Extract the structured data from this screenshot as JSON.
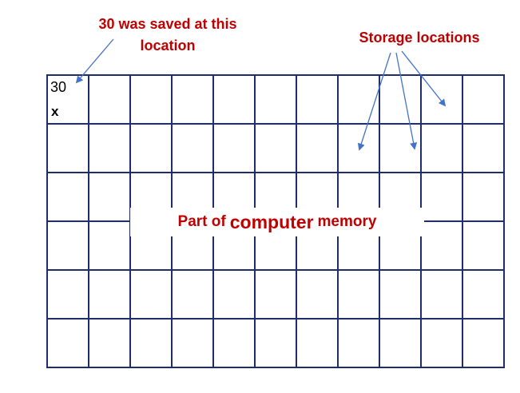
{
  "callouts": {
    "saved_line1": "30 was saved at this",
    "saved_line2": "location",
    "storage": "Storage locations"
  },
  "cell": {
    "value": "30",
    "variable": "x"
  },
  "memory_label": {
    "prefix": "Part of",
    "emphasis": "computer",
    "suffix": "memory"
  },
  "grid": {
    "rows": 6,
    "cols": 11
  },
  "colors": {
    "grid_line": "#1f2d6b",
    "arrow": "#4472c4",
    "text_accent": "#c00000"
  }
}
